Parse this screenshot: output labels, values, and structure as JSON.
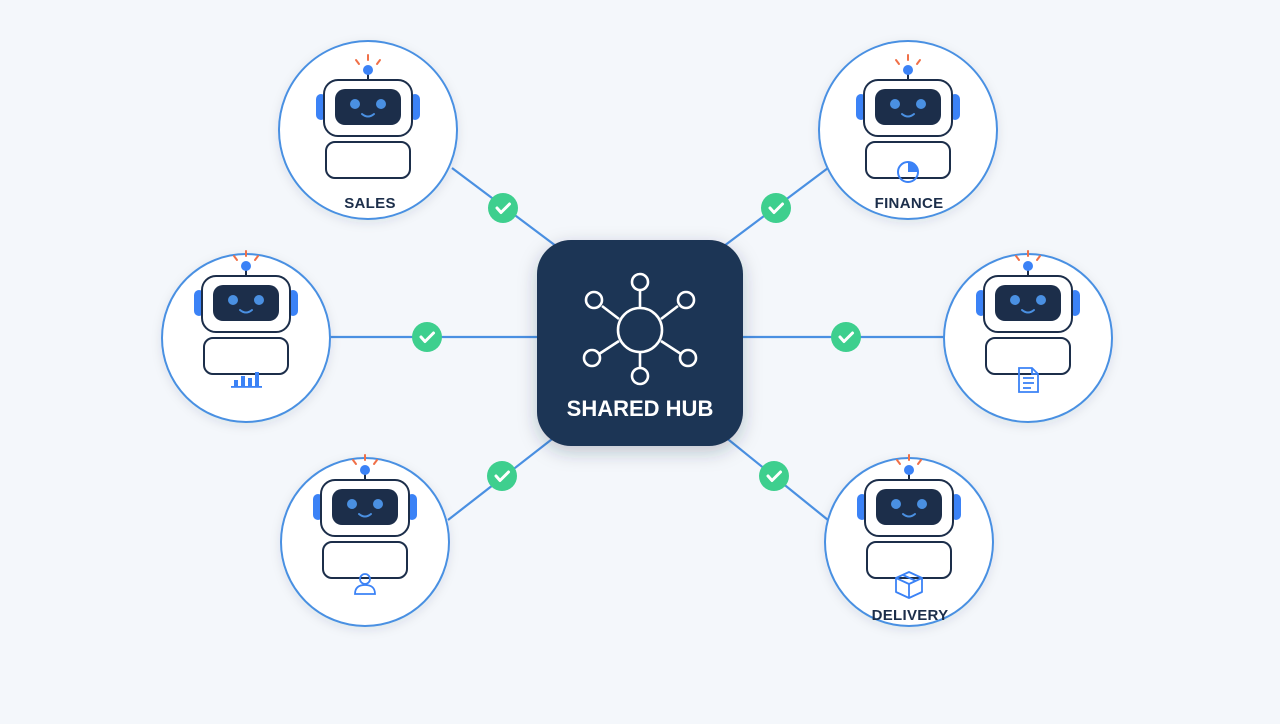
{
  "colors": {
    "background": "#f4f7fb",
    "hub_fill": "#1c3454",
    "connector": "#4a90e2",
    "check": "#3ecf8e",
    "robot_dark": "#1c2e4a",
    "robot_accent": "#3b82f6",
    "antenna_spark": "#f07048"
  },
  "hub": {
    "label": "SHARED HUB",
    "icon": "network-hub-icon"
  },
  "agents": [
    {
      "id": "sales",
      "label": "SALES",
      "icon": "none",
      "status": "connected"
    },
    {
      "id": "finance",
      "label": "FINANCE",
      "icon": "pie-chart-icon",
      "status": "connected"
    },
    {
      "id": "analytics",
      "label": "",
      "icon": "bar-chart-icon",
      "status": "connected"
    },
    {
      "id": "documents",
      "label": "",
      "icon": "document-icon",
      "status": "connected"
    },
    {
      "id": "users",
      "label": "",
      "icon": "user-icon",
      "status": "connected"
    },
    {
      "id": "delivery",
      "label": "DELIVERY",
      "icon": "package-icon",
      "status": "connected"
    }
  ]
}
